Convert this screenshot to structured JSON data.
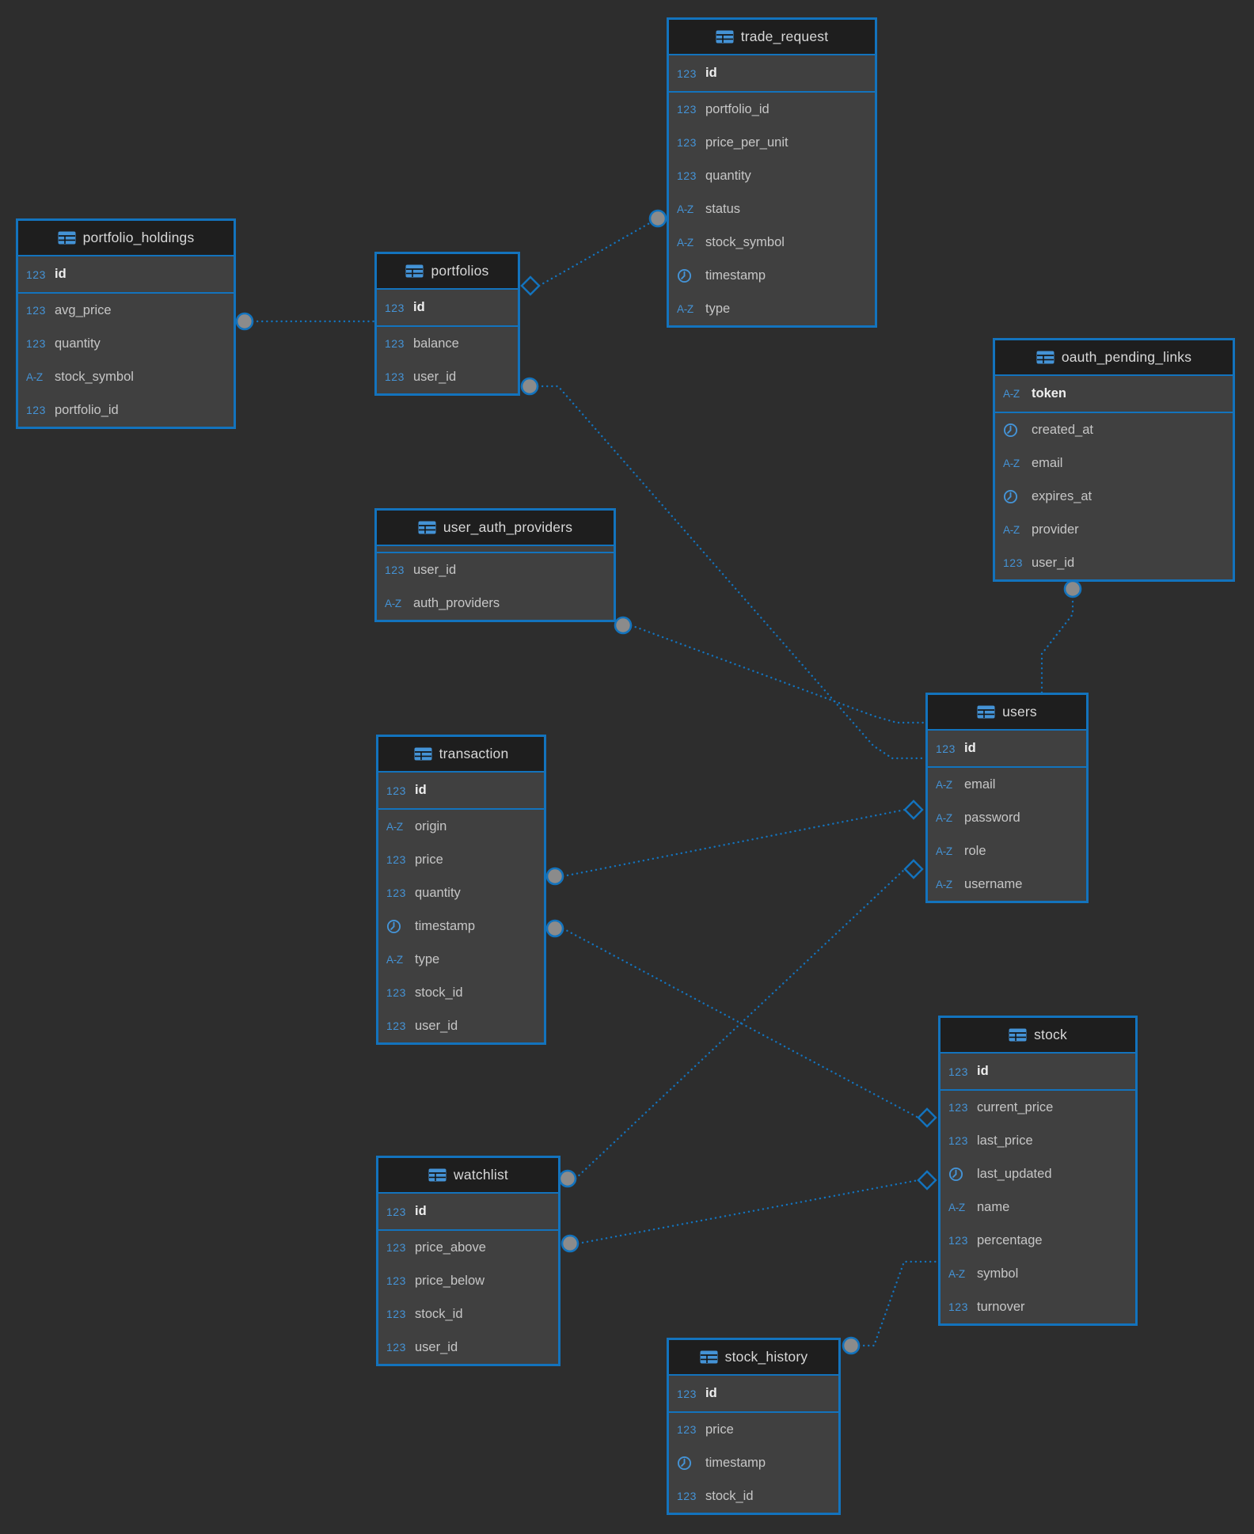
{
  "diagram": {
    "title": "database-er-diagram",
    "colors": {
      "background": "#2d2d2d",
      "accent_blue": "#1373bd",
      "type_icon_blue": "#4493d6",
      "table_header_bg": "#1e1e1e",
      "table_body_bg": "#404040",
      "endpoint_circle_fill": "#8b8b8b"
    },
    "icons": {
      "table": "table-grid-icon",
      "number": "number-123-icon",
      "text": "text-az-icon",
      "datetime": "clock-icon"
    },
    "type_glyphs": {
      "number": "123",
      "text": "A-Z"
    },
    "tables": [
      {
        "name": "portfolio_holdings",
        "primary_keys": [
          {
            "name": "id",
            "type": "number"
          }
        ],
        "columns": [
          {
            "name": "avg_price",
            "type": "number"
          },
          {
            "name": "quantity",
            "type": "number"
          },
          {
            "name": "stock_symbol",
            "type": "text"
          },
          {
            "name": "portfolio_id",
            "type": "number"
          }
        ]
      },
      {
        "name": "portfolios",
        "primary_keys": [
          {
            "name": "id",
            "type": "number"
          }
        ],
        "columns": [
          {
            "name": "balance",
            "type": "number"
          },
          {
            "name": "user_id",
            "type": "number"
          }
        ]
      },
      {
        "name": "trade_request",
        "primary_keys": [
          {
            "name": "id",
            "type": "number"
          }
        ],
        "columns": [
          {
            "name": "portfolio_id",
            "type": "number"
          },
          {
            "name": "price_per_unit",
            "type": "number"
          },
          {
            "name": "quantity",
            "type": "number"
          },
          {
            "name": "status",
            "type": "text"
          },
          {
            "name": "stock_symbol",
            "type": "text"
          },
          {
            "name": "timestamp",
            "type": "datetime"
          },
          {
            "name": "type",
            "type": "text"
          }
        ]
      },
      {
        "name": "user_auth_providers",
        "primary_keys": [],
        "columns": [
          {
            "name": "user_id",
            "type": "number"
          },
          {
            "name": "auth_providers",
            "type": "text"
          }
        ]
      },
      {
        "name": "oauth_pending_links",
        "primary_keys": [
          {
            "name": "token",
            "type": "text"
          }
        ],
        "columns": [
          {
            "name": "created_at",
            "type": "datetime"
          },
          {
            "name": "email",
            "type": "text"
          },
          {
            "name": "expires_at",
            "type": "datetime"
          },
          {
            "name": "provider",
            "type": "text"
          },
          {
            "name": "user_id",
            "type": "number"
          }
        ]
      },
      {
        "name": "users",
        "primary_keys": [
          {
            "name": "id",
            "type": "number"
          }
        ],
        "columns": [
          {
            "name": "email",
            "type": "text"
          },
          {
            "name": "password",
            "type": "text"
          },
          {
            "name": "role",
            "type": "text"
          },
          {
            "name": "username",
            "type": "text"
          }
        ]
      },
      {
        "name": "transaction",
        "primary_keys": [
          {
            "name": "id",
            "type": "number"
          }
        ],
        "columns": [
          {
            "name": "origin",
            "type": "text"
          },
          {
            "name": "price",
            "type": "number"
          },
          {
            "name": "quantity",
            "type": "number"
          },
          {
            "name": "timestamp",
            "type": "datetime"
          },
          {
            "name": "type",
            "type": "text"
          },
          {
            "name": "stock_id",
            "type": "number"
          },
          {
            "name": "user_id",
            "type": "number"
          }
        ]
      },
      {
        "name": "stock",
        "primary_keys": [
          {
            "name": "id",
            "type": "number"
          }
        ],
        "columns": [
          {
            "name": "current_price",
            "type": "number"
          },
          {
            "name": "last_price",
            "type": "number"
          },
          {
            "name": "last_updated",
            "type": "datetime"
          },
          {
            "name": "name",
            "type": "text"
          },
          {
            "name": "percentage",
            "type": "number"
          },
          {
            "name": "symbol",
            "type": "text"
          },
          {
            "name": "turnover",
            "type": "number"
          }
        ]
      },
      {
        "name": "watchlist",
        "primary_keys": [
          {
            "name": "id",
            "type": "number"
          }
        ],
        "columns": [
          {
            "name": "price_above",
            "type": "number"
          },
          {
            "name": "price_below",
            "type": "number"
          },
          {
            "name": "stock_id",
            "type": "number"
          },
          {
            "name": "user_id",
            "type": "number"
          }
        ]
      },
      {
        "name": "stock_history",
        "primary_keys": [
          {
            "name": "id",
            "type": "number"
          }
        ],
        "columns": [
          {
            "name": "price",
            "type": "number"
          },
          {
            "name": "timestamp",
            "type": "datetime"
          },
          {
            "name": "stock_id",
            "type": "number"
          }
        ]
      }
    ],
    "relationships": [
      {
        "from": "portfolio_holdings",
        "to": "portfolios",
        "from_end": "circle",
        "to_end": "none"
      },
      {
        "from": "portfolios",
        "to": "trade_request",
        "from_end": "diamond",
        "to_end": "circle"
      },
      {
        "from": "portfolios",
        "to": "users",
        "from_end": "circle",
        "to_end": "none"
      },
      {
        "from": "user_auth_providers",
        "to": "users",
        "from_end": "circle",
        "to_end": "none"
      },
      {
        "from": "oauth_pending_links",
        "to": "users",
        "from_end": "circle",
        "to_end": "none"
      },
      {
        "from": "transaction",
        "to": "users",
        "from_end": "circle",
        "to_end": "diamond"
      },
      {
        "from": "transaction",
        "to": "stock",
        "from_end": "circle",
        "to_end": "diamond"
      },
      {
        "from": "watchlist",
        "to": "users",
        "from_end": "circle",
        "to_end": "diamond"
      },
      {
        "from": "watchlist",
        "to": "stock",
        "from_end": "circle",
        "to_end": "diamond"
      },
      {
        "from": "stock_history",
        "to": "stock",
        "from_end": "circle",
        "to_end": "none"
      }
    ]
  }
}
